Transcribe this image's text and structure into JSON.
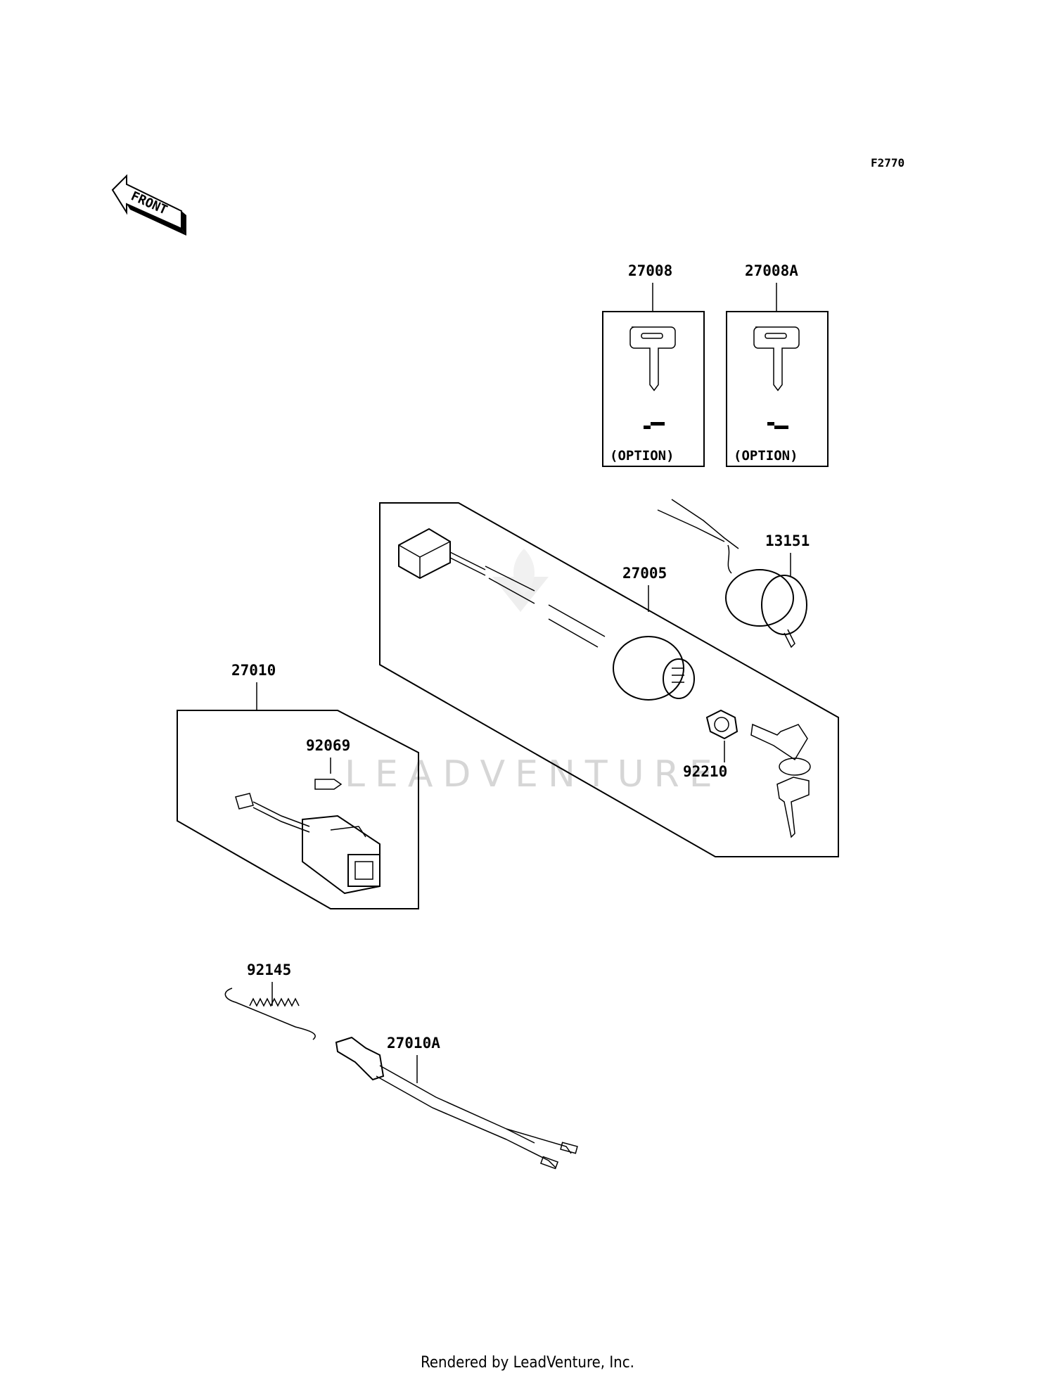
{
  "figure_code": "F2770",
  "direction_label": "FRONT",
  "watermark": "LEADVENTURE",
  "option_label": "(OPTION)",
  "parts": {
    "p27008": "27008",
    "p27008A": "27008A",
    "p13151": "13151",
    "p27005": "27005",
    "p27010": "27010",
    "p92069": "92069",
    "p92210": "92210",
    "p92145": "92145",
    "p27010A": "27010A"
  },
  "footer": "Rendered by LeadVenture, Inc."
}
